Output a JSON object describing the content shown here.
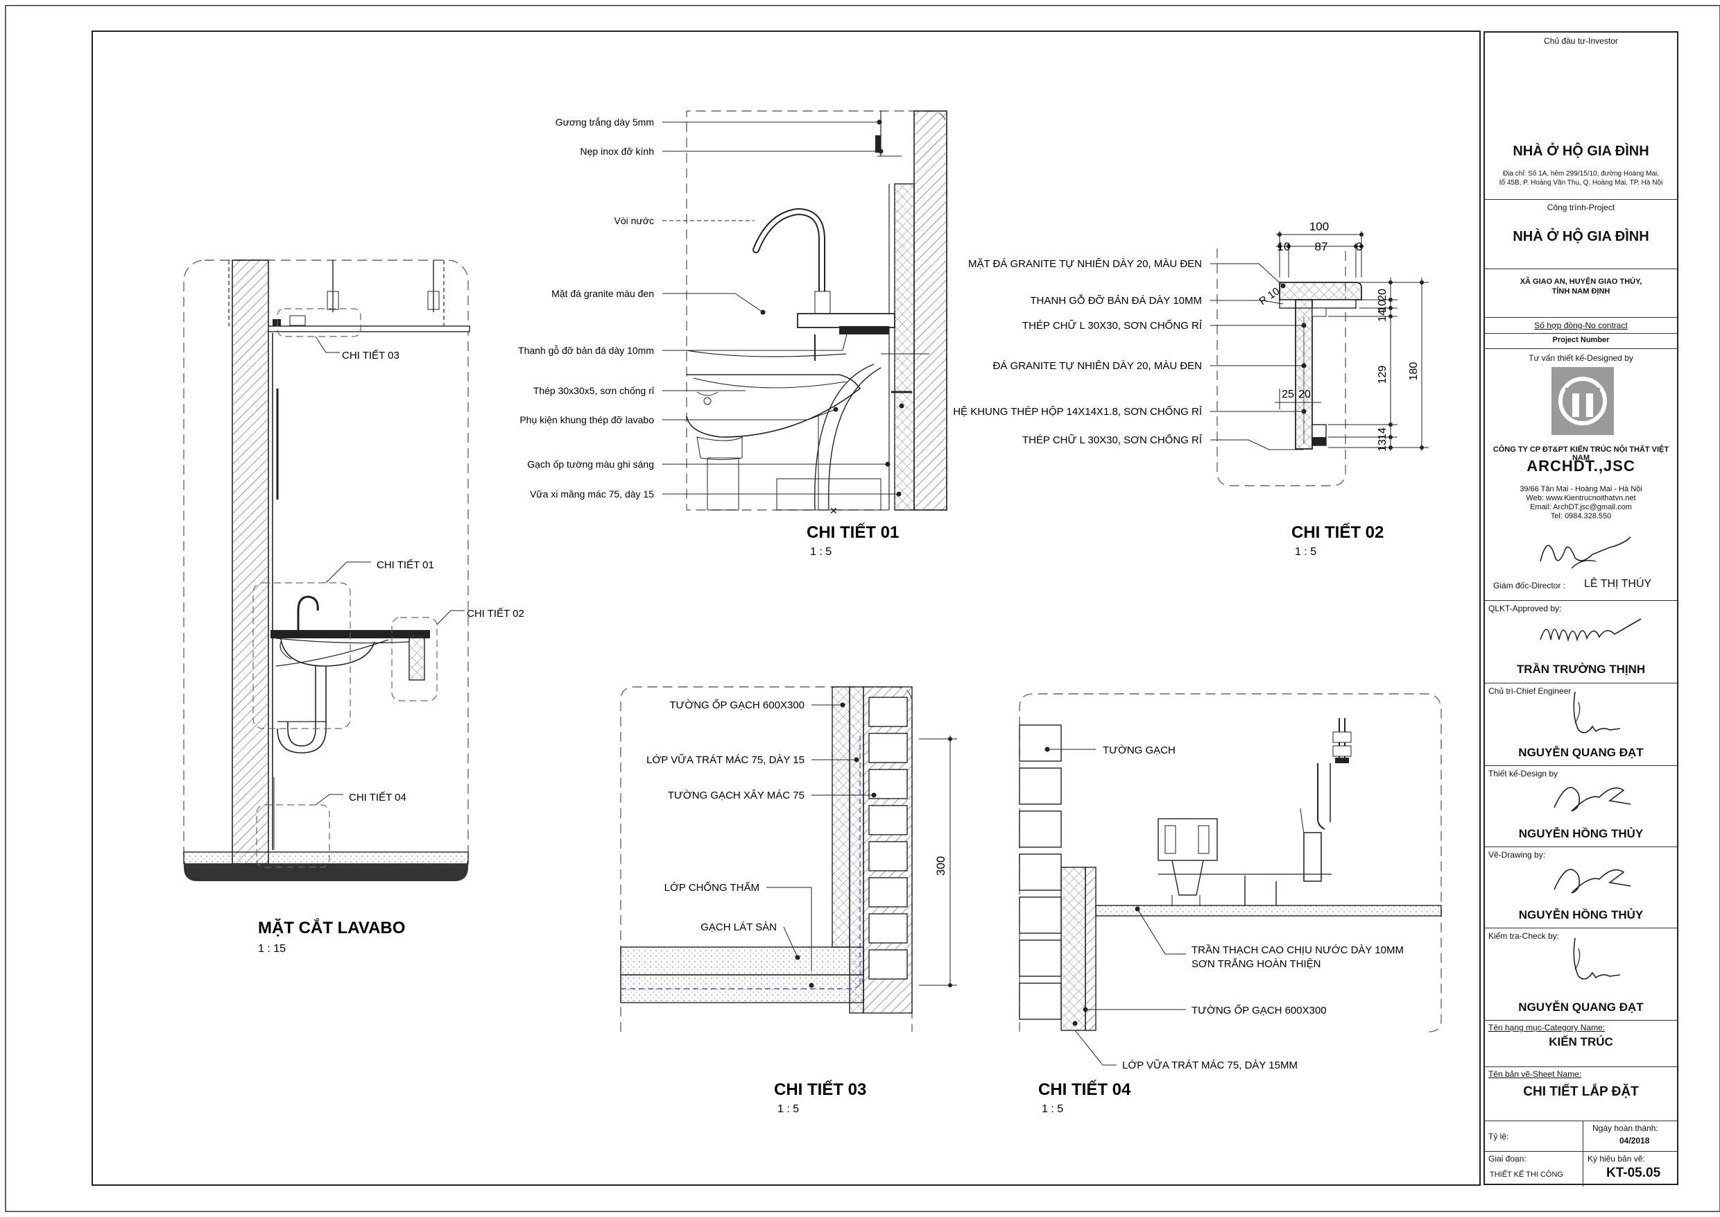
{
  "drawing": {
    "lavabo_section": {
      "title": "MẶT CẮT LAVABO",
      "scale": "1 : 15",
      "callouts": [
        "CHI TIẾT 04",
        "CHI TIẾT 01",
        "CHI TIẾT 02",
        "CHI TIẾT 03"
      ]
    },
    "detail01": {
      "title": "CHI TIẾT 01",
      "scale": "1 : 5",
      "labels": [
        "Gương trắng dày 5mm",
        "Nẹp inox đỡ kính",
        "Vòi nước",
        "Mặt đá granite màu đen",
        "Thanh gỗ đỡ bản đá dày 10mm",
        "Thép 30x30x5, sơn chống rỉ",
        "Phụ kiện khung thép đỡ lavabo",
        "Gạch ốp tường màu ghi sáng",
        "Vữa xi măng mác 75, dày 15"
      ]
    },
    "detail02": {
      "title": "CHI TIẾT 02",
      "scale": "1 : 5",
      "labels": [
        "MẶT ĐÁ GRANITE TỰ NHIÊN DÀY 20, MÀU ĐEN",
        "THANH GỖ ĐỠ BẢN ĐÁ DÀY 10MM",
        "THÉP CHỮ L 30X30, SƠN CHỐNG RỈ",
        "ĐÁ GRANITE TỰ NHIÊN DÀY 20, MÀU ĐEN",
        "HỆ KHUNG THÉP HỘP 14X14X1.8, SƠN CHỐNG RỈ",
        "THÉP CHỮ L 30X30, SƠN CHỐNG RỈ"
      ],
      "dims": {
        "overall": "100",
        "d10": "10",
        "d87": "87",
        "d3": "3",
        "r10": "R 10",
        "v20": "20",
        "v10": "10",
        "v14a": "14",
        "v129": "129",
        "v180": "180",
        "v14b": "14",
        "v13": "13",
        "h25": "25",
        "h20": "20"
      }
    },
    "detail03": {
      "title": "CHI TIẾT 03",
      "scale": "1 : 5",
      "labels": [
        "TƯỜNG ỐP GẠCH 600X300",
        "LỚP VỮA TRÁT MÁC 75, DÀY 15",
        "TƯỜNG GẠCH XÂY MÁC 75",
        "LỚP CHỐNG THẤM",
        "GẠCH LÁT SÀN"
      ],
      "dim": "300"
    },
    "detail04": {
      "title": "CHI TIẾT 04",
      "scale": "1 : 5",
      "labels": [
        "TƯỜNG GẠCH",
        "TRẦN THẠCH CAO CHỊU NƯỚC DÀY 10MM",
        "SƠN TRẮNG HOÀN THIỆN",
        "TƯỜNG ỐP GẠCH 600X300",
        "LỚP VỮA TRÁT MÁC 75, DÀY 15MM"
      ]
    }
  },
  "title_block": {
    "investor_label": "Chủ đầu tư-Investor",
    "investor_name": "NHÀ Ở HỘ GIA ĐÌNH",
    "address_1": "Địa chỉ: Số 1A, hẻm 299/15/10, đường Hoàng Mai,",
    "address_2": "tổ 45B, P. Hoàng Văn Thụ, Q. Hoàng Mai, TP. Hà Nội",
    "project_label": "Công trình-Project",
    "project_name": "NHÀ Ở HỘ GIA ĐÌNH",
    "location_1": "XÃ GIAO AN, HUYỆN GIAO THỦY,",
    "location_2": "TỈNH NAM ĐỊNH",
    "contract_label": "Số hợp đồng-No contract",
    "project_number_label": "Project Number",
    "designer_label": "Tư vấn thiết kế-Designed by",
    "company": "CÔNG TY CP ĐT&PT KIẾN TRÚC NỘI THẤT VIỆT NAM",
    "brand": "ARCHDT.,JSC",
    "company_address": "39/66 Tân Mai - Hoàng Mai - Hà Nội",
    "web": "Web: www.Kientrucnoithatvn.net",
    "email": "Email: ArchDT.jsc@gmail.com",
    "tel": "Tel: 0984.328.550",
    "director_label": "Giám đốc-Director :",
    "director_name": "LÊ THỊ THÚY",
    "approved_label": "QLKT-Approved by:",
    "approved_name": "TRẦN TRƯỜNG THỊNH",
    "chief_label": "Chủ trì-Chief Engineer",
    "chief_name": "NGUYỄN QUANG ĐẠT",
    "design_label": "Thiết kế-Design by",
    "design_name": "NGUYỄN HỒNG THỦY",
    "drawing_label": "Vẽ-Drawing by:",
    "drawing_name": "NGUYỄN HỒNG THỦY",
    "check_label": "Kiểm tra-Check by:",
    "check_name": "NGUYỄN QUANG ĐẠT",
    "category_label": "Tên hạng mục-Category Name:",
    "category_name": "KIẾN TRÚC",
    "sheet_label": "Tên bản vẽ-Sheet Name:",
    "sheet_name": "CHI TIẾT LẮP ĐẶT",
    "scale_label": "Tỷ lệ:",
    "completion_label": "Ngày hoàn thành:",
    "completion_date": "04/2018",
    "phase_label": "Giai đoạn:",
    "phase_value": "THIẾT KẾ THI CÔNG",
    "sheet_no_label": "Ký hiệu bản vẽ:",
    "sheet_no": "KT-05.05"
  },
  "colors": {
    "line": "#222222",
    "hatch": "#555555",
    "dash": "#4a5bbf",
    "logo_bg": "#9a9a9a"
  }
}
